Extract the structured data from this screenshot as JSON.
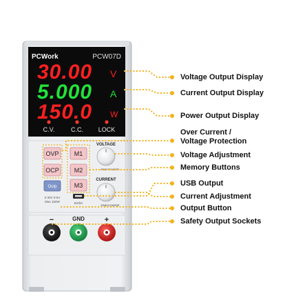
{
  "device": {
    "brand": "PCWork",
    "model": "PCW07D",
    "accent_color": "#f2b21b",
    "displays": {
      "voltage": {
        "value": "30.00",
        "unit": "V",
        "color": "#ff2020"
      },
      "current": {
        "value": "5.000",
        "unit": "A",
        "color": "#22e23a"
      },
      "power": {
        "value": "150.0",
        "unit": "W",
        "color": "#ff2020"
      }
    },
    "indicators": [
      "C.V.",
      "C.C.",
      "LOCK"
    ],
    "buttons": {
      "ovp": "OVP",
      "ocp": "OCP",
      "output": "Outp",
      "m1": "M1",
      "m2": "M2",
      "m3": "M3"
    },
    "knobs": {
      "voltage_label": "VOLTAGE",
      "current_label": "CURRENT",
      "fine_coarse": "FINE/COARSE"
    },
    "usb_label": "5V/2A",
    "rating": [
      "0-30V 0-5A",
      "Max 150W"
    ],
    "terminals": {
      "minus": "−",
      "gnd": "GND",
      "plus": "+"
    }
  },
  "callouts": [
    {
      "id": "voltage-display",
      "lines": [
        "Voltage Output Display"
      ]
    },
    {
      "id": "current-display",
      "lines": [
        "Current Output Display"
      ]
    },
    {
      "id": "power-display",
      "lines": [
        "Power Output Display"
      ]
    },
    {
      "id": "protection",
      "lines": [
        "Over Current /",
        "Voltage Protection"
      ]
    },
    {
      "id": "voltage-adjustment",
      "lines": [
        "Voltage Adjustment"
      ]
    },
    {
      "id": "memory-buttons",
      "lines": [
        "Memory Buttons"
      ]
    },
    {
      "id": "usb-output",
      "lines": [
        "USB Output"
      ]
    },
    {
      "id": "current-adjustment",
      "lines": [
        "Current Adjustment"
      ]
    },
    {
      "id": "output-button",
      "lines": [
        "Output Button"
      ]
    },
    {
      "id": "safety-sockets",
      "lines": [
        "Safety Output Sockets"
      ]
    }
  ]
}
